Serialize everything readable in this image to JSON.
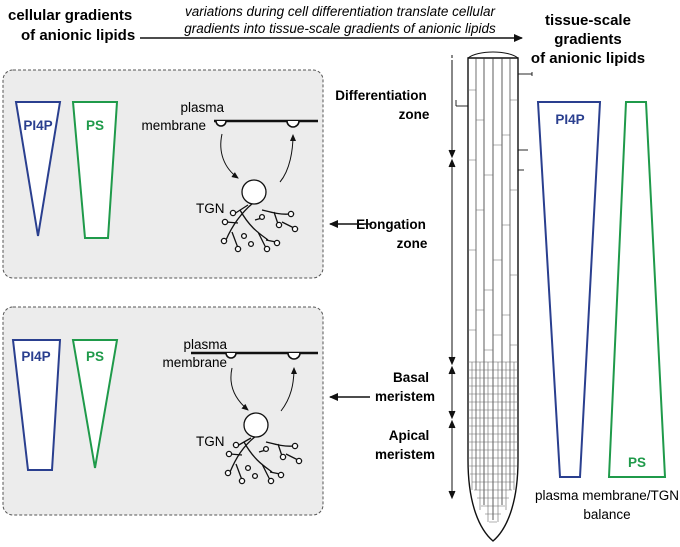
{
  "header": {
    "left_title_line1": "cellular gradients",
    "left_title_line2": "of anionic lipids",
    "center_line1": "variations during cell differentiation translate cellular",
    "center_line2": "gradients into tissue-scale gradients of anionic lipids",
    "right_title_line1": "tissue-scale",
    "right_title_line2": "gradients",
    "right_title_line3": "of anionic lipids"
  },
  "panels": [
    {
      "pi4p": "PI4P",
      "ps": "PS",
      "pm_line1": "plasma",
      "pm_line2": "membrane",
      "tgn": "TGN"
    },
    {
      "pi4p": "PI4P",
      "ps": "PS",
      "pm_line1": "plasma",
      "pm_line2": "membrane",
      "tgn": "TGN"
    }
  ],
  "zones": {
    "differentiation_line1": "Differentiation",
    "differentiation_line2": "zone",
    "elongation_line1": "Elongation",
    "elongation_line2": "zone",
    "basal_line1": "Basal",
    "basal_line2": "meristem",
    "apical_line1": "Apical",
    "apical_line2": "meristem"
  },
  "tissue_gradients": {
    "pi4p": "PI4P",
    "ps": "PS",
    "caption_line1": "plasma membrane/TGN",
    "caption_line2": "balance"
  },
  "colors": {
    "pi4p": "#2a3f8f",
    "ps": "#1f9a4a",
    "panel_bg": "#ececec",
    "text": "#111111"
  }
}
